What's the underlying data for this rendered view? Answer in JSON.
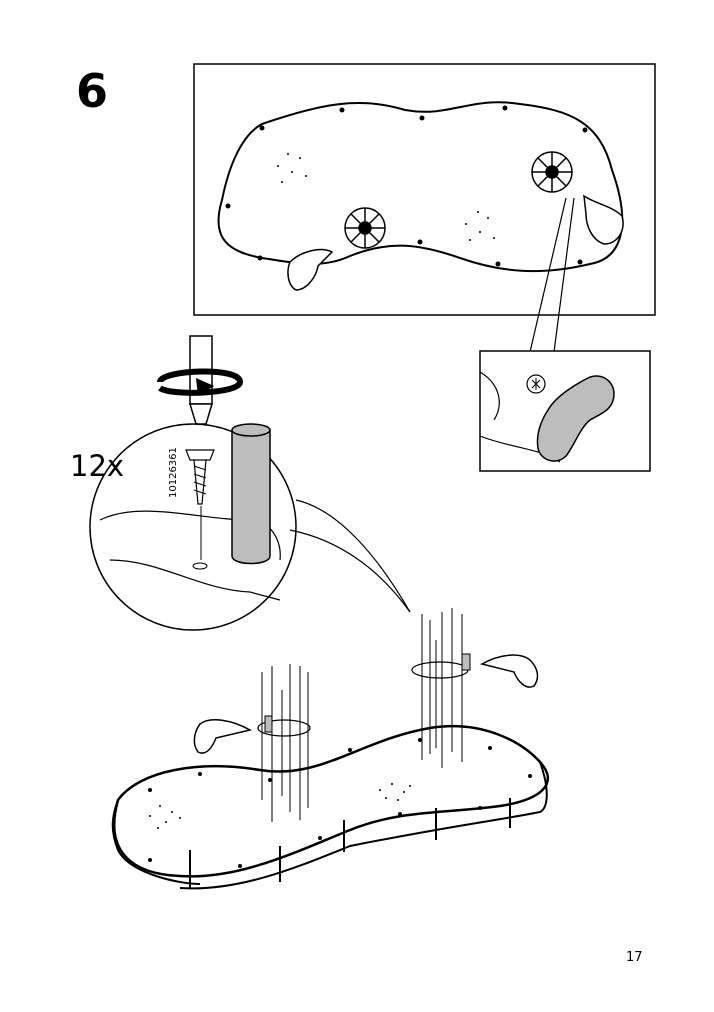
{
  "step": {
    "number": "6"
  },
  "part": {
    "quantity": "12x",
    "number": "10126361"
  },
  "page": {
    "number": "17"
  }
}
